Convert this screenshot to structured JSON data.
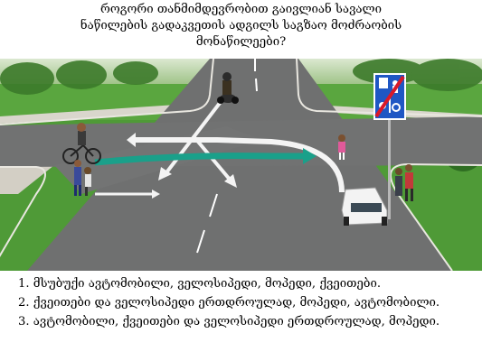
{
  "question": {
    "lines": [
      "როგორი თანმიმდევრობით გაივლიან სავალი",
      "ნაწილების გადაკვეთის ადგილს საგზაო მოძრაობის",
      "მონაწილეები?"
    ]
  },
  "scene": {
    "sign": "shared-path-end-sign",
    "participants": [
      "car",
      "moped",
      "bicycle",
      "pedestrians"
    ]
  },
  "answers": [
    "1. მსუბუქი ავტომობილი, ველოსიპედი, მოპედი, ქვეითები.",
    "2. ქვეითები და ველოსიპედი ერთდროულად, მოპედი, ავტომობილი.",
    "3. ავტომობილი, ქვეითები და ველოსიპედი ერთდროულად, მოპედი."
  ],
  "colors": {
    "grass": "#4f9a37",
    "road": "#6f7070",
    "sign_blue": "#1f57c4",
    "sign_strike": "#d8192a"
  }
}
